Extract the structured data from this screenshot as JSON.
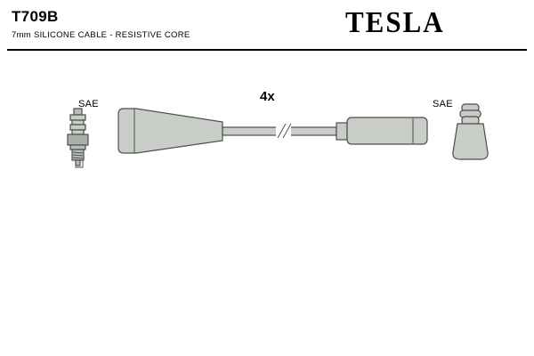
{
  "header": {
    "part_number": "T709B",
    "subtitle": "7mm SILICONE CABLE - RESISTIVE CORE",
    "brand": "TESLA"
  },
  "diagram": {
    "quantity": "4x",
    "left_label": "SAE",
    "right_label": "SAE"
  },
  "colors": {
    "part_fill": "#c9cdc7",
    "part_fill_dark": "#a9afa9",
    "part_fill_mid": "#b9bdb9",
    "part_stroke": "#4d4d4d",
    "text": "#000000",
    "background": "#ffffff"
  }
}
